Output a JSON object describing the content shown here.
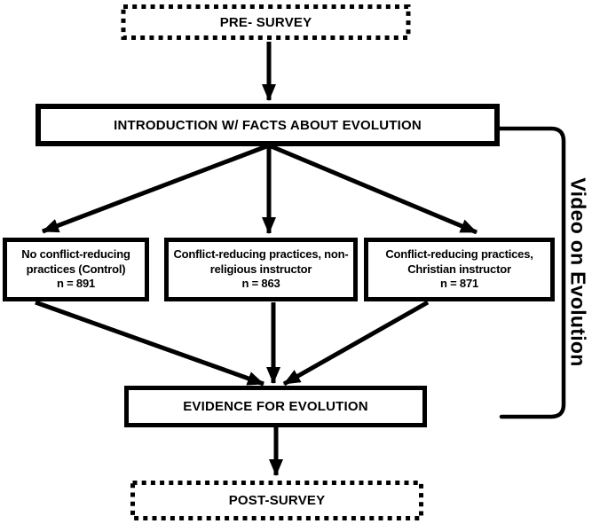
{
  "flowchart": {
    "pre_survey": "PRE- SURVEY",
    "introduction": "INTRODUCTION W/ FACTS ABOUT EVOLUTION",
    "conditions": [
      {
        "label": "No conflict-reducing practices (Control)",
        "n": "n = 891"
      },
      {
        "label": "Conflict-reducing practices, non-religious instructor",
        "n": "n = 863"
      },
      {
        "label": "Conflict-reducing practices, Christian instructor",
        "n": "n = 871"
      }
    ],
    "evidence": "EVIDENCE FOR EVOLUTION",
    "post_survey": "POST-SURVEY",
    "side_label": "Video on Evolution"
  },
  "colors": {
    "stroke": "#000000",
    "background": "#ffffff"
  }
}
